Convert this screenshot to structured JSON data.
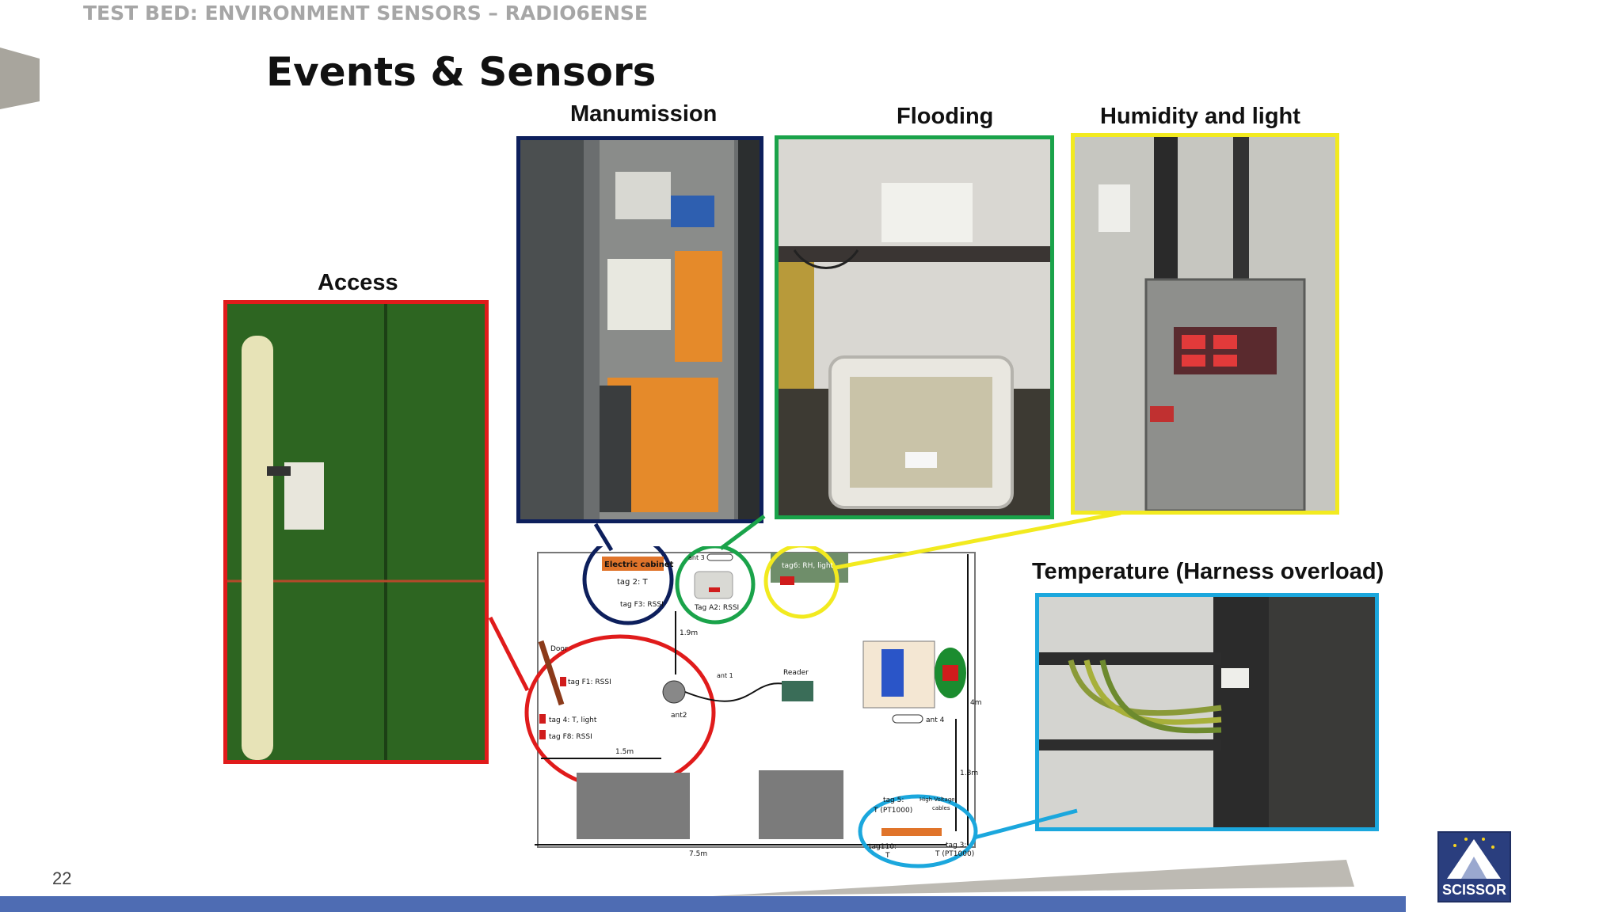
{
  "header": {
    "section_title": "TEST BED: ENVIRONMENT SENSORS – RADIO6ENSE"
  },
  "slide": {
    "title": "Events & Sensors",
    "page_number": "22"
  },
  "panels": {
    "manumission": {
      "label": "Manumission",
      "color": "#0d1f5c"
    },
    "flooding": {
      "label": "Flooding",
      "color": "#1aa34a"
    },
    "humidity": {
      "label": "Humidity and light",
      "color": "#f2ea1f"
    },
    "access": {
      "label": "Access",
      "color": "#e01b1b"
    },
    "temperature": {
      "label": "Temperature (Harness overload)",
      "color": "#1ba7dd"
    }
  },
  "diagram": {
    "electric_cabinet": "Electric cabinet",
    "tag2": "tag 2: T",
    "tag_f3": "tag F3: RSSI",
    "ant3": "ant 3",
    "tag_a2": "Tag A2: RSSI",
    "tag6": "tag6: RH, light",
    "door": "Door",
    "tag_f1": "tag F1: RSSI",
    "tag4": "tag 4: T, light",
    "tag_f8": "tag F8: RSSI",
    "dist_15": "1.5m",
    "dist_19": "1.9m",
    "ant1": "ant 1",
    "ant2": "ant2",
    "reader": "Reader",
    "ant4": "ant 4",
    "dist_18": "1.8m",
    "dist_4": "4m",
    "dist_75": "7.5m",
    "tag5": "tag 5:",
    "tag5_t": "T (PT1000)",
    "high_voltage": "High Voltage",
    "cables": "cables",
    "tag110": "tag110:",
    "tag110_t": "T",
    "tag3": "tag 3:",
    "tag3_t": "T (PT1000)"
  },
  "logo": {
    "text": "SCISSOR"
  }
}
